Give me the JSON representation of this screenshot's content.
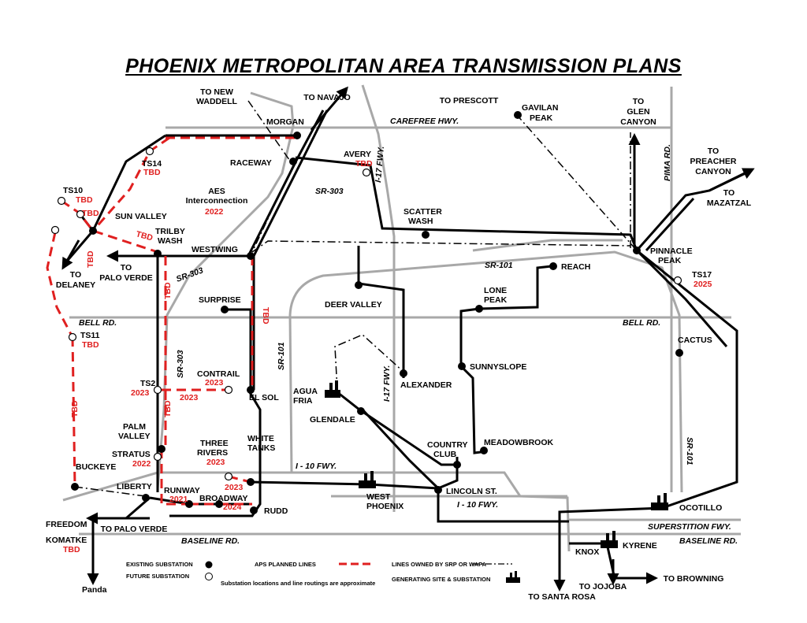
{
  "title": "PHOENIX METROPOLITAN AREA TRANSMISSION PLANS",
  "colors": {
    "existing": "#000000",
    "planned": "#e02020",
    "road": "#a8a8a8",
    "text": "#000000",
    "red_text": "#e02020"
  },
  "roads": {
    "carefree": "CAREFREE HWY.",
    "bell_west": "BELL RD.",
    "bell_east": "BELL RD.",
    "i17_north": "I-17 FWY.",
    "i17_south": "I-17 FWY.",
    "pima": "PIMA RD.",
    "sr303_north": "SR-303",
    "sr303_mid": "SR-303",
    "sr303_south": "SR-303",
    "sr101_west": "SR-101",
    "sr101_north": "SR-101",
    "sr101_east": "SR-101",
    "i10_west": "I - 10 FWY.",
    "i10_east": "I - 10 FWY.",
    "superstition": "SUPERSTITION FWY.",
    "baseline_west": "BASELINE RD.",
    "baseline_east": "BASELINE RD."
  },
  "destinations": {
    "new_waddell": [
      "TO NEW",
      "WADDELL"
    ],
    "navajo": "TO NAVAJO",
    "prescott": "TO PRESCOTT",
    "glen_canyon": [
      "TO",
      "GLEN",
      "CANYON"
    ],
    "preacher_canyon": [
      "TO",
      "PREACHER",
      "CANYON"
    ],
    "mazatzal": [
      "TO",
      "MAZATZAL"
    ],
    "delaney": [
      "TO",
      "DELANEY"
    ],
    "palo_verde_north": [
      "TO",
      "PALO VERDE"
    ],
    "palo_verde_south": "TO PALO VERDE",
    "browning": "TO BROWNING",
    "jojoba": "TO JOJOBA",
    "santa_rosa": "TO SANTA ROSA"
  },
  "substations": {
    "morgan": "MORGAN",
    "raceway": "RACEWAY",
    "avery": "AVERY",
    "avery_date": "TBD",
    "gavilan": [
      "GAVILAN",
      "PEAK"
    ],
    "ts14": "TS14",
    "ts14_date": "TBD",
    "ts10": "TS10",
    "ts10_date": "TBD",
    "sun_valley": "SUN VALLEY",
    "trilby": [
      "TRILBY",
      "WASH"
    ],
    "aes": [
      "AES",
      "Interconnection"
    ],
    "aes_date": "2022",
    "westwing": "WESTWING",
    "scatter": [
      "SCATTER",
      "WASH"
    ],
    "pinnacle": [
      "PINNACLE",
      "PEAK"
    ],
    "reach": "REACH",
    "ts17": "TS17",
    "ts17_date": "2025",
    "lone_peak": [
      "LONE",
      "PEAK"
    ],
    "deer_valley": "DEER VALLEY",
    "surprise": "SURPRISE",
    "ts11": "TS11",
    "ts11_date": "TBD",
    "cactus": "CACTUS",
    "sunnyslope": "SUNNYSLOPE",
    "alexander": "ALEXANDER",
    "contrail": "CONTRAIL",
    "contrail_date": "2023",
    "el_sol": "EL SOL",
    "agua_fria": [
      "AGUA",
      "FRIA"
    ],
    "glendale": "GLENDALE",
    "ts2": "TS2",
    "ts2_date": "2023",
    "palm_valley": [
      "PALM",
      "VALLEY"
    ],
    "stratus": "STRATUS",
    "stratus_date": "2022",
    "three_rivers": [
      "THREE",
      "RIVERS"
    ],
    "three_rivers_date": "2023",
    "white_tanks": [
      "WHITE",
      "TANKS"
    ],
    "meadowbrook": "MEADOWBROOK",
    "country_club": [
      "COUNTRY",
      "CLUB"
    ],
    "buckeye": "BUCKEYE",
    "liberty": "LIBERTY",
    "runway": "RUNWAY",
    "runway_date": "2021",
    "broadway": "BROADWAY",
    "broadway_date": "2024",
    "rudd": "RUDD",
    "west_phoenix": [
      "WEST",
      "PHOENIX"
    ],
    "lincoln": "LINCOLN ST.",
    "ocotillo": "OCOTILLO",
    "freedom": "FREEDOM",
    "komatke": "KOMATKE",
    "komatke_date": "TBD",
    "panda": "Panda",
    "knox": "KNOX",
    "kyrene": "KYRENE"
  },
  "line_labels": {
    "tbd_ts10": "TBD",
    "tbd_trilby": "TBD",
    "tbd_vertical_1": "TBD",
    "tbd_vertical_2": "TBD",
    "tbd_vertical_3": "TBD",
    "tbd_westwing": "TBD",
    "tbd_ts11": "TBD",
    "date_2023_line": "2023",
    "date_2023_three_rivers": "2023"
  },
  "legend": {
    "existing": "EXISTING SUBSTATION",
    "future": "FUTURE SUBSTATION",
    "aps_planned": "APS PLANNED LINES",
    "srp_wapa": "LINES OWNED BY SRP OR WAPA",
    "generating": "GENERATING SITE & SUBSTATION",
    "note": "Substation locations and line routings are approximate"
  }
}
